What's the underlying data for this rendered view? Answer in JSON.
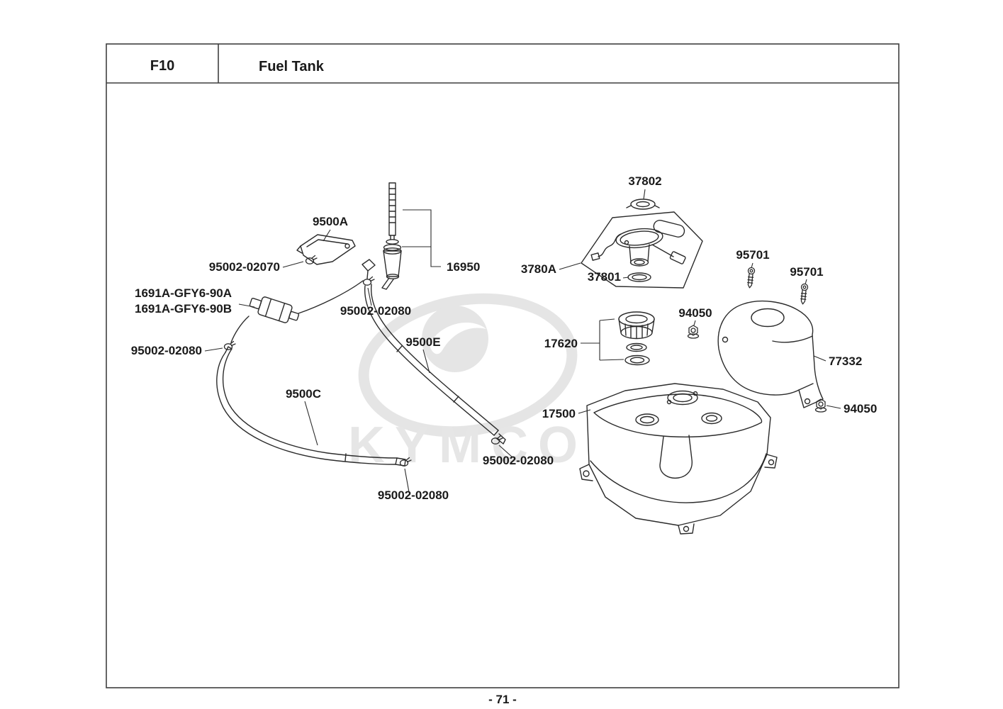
{
  "header": {
    "code": "F10",
    "title": "Fuel Tank"
  },
  "footer": {
    "page_number": "- 71 -"
  },
  "watermark": {
    "brand": "KYMCO"
  },
  "colors": {
    "line": "#2b2b2b",
    "frame": "#3f3f3f",
    "watermark": "#c8c8c8"
  },
  "labels": [
    {
      "id": "37802",
      "text": "37802"
    },
    {
      "id": "9500A",
      "text": "9500A"
    },
    {
      "id": "95002-02070",
      "text": "95002-02070"
    },
    {
      "id": "16950",
      "text": "16950"
    },
    {
      "id": "3780A",
      "text": "3780A"
    },
    {
      "id": "37801",
      "text": "37801"
    },
    {
      "id": "95701-1",
      "text": "95701"
    },
    {
      "id": "95701-2",
      "text": "95701"
    },
    {
      "id": "1691A-GFY6-90A",
      "text": "1691A-GFY6-90A"
    },
    {
      "id": "1691A-GFY6-90B",
      "text": "1691A-GFY6-90B"
    },
    {
      "id": "95002-02080-1",
      "text": "95002-02080"
    },
    {
      "id": "9500E",
      "text": "9500E"
    },
    {
      "id": "17620",
      "text": "17620"
    },
    {
      "id": "94050-1",
      "text": "94050"
    },
    {
      "id": "95002-02080-2",
      "text": "95002-02080"
    },
    {
      "id": "77332",
      "text": "77332"
    },
    {
      "id": "9500C",
      "text": "9500C"
    },
    {
      "id": "17500",
      "text": "17500"
    },
    {
      "id": "94050-2",
      "text": "94050"
    },
    {
      "id": "95002-02080-3",
      "text": "95002-02080"
    },
    {
      "id": "95002-02080-4",
      "text": "95002-02080"
    }
  ]
}
